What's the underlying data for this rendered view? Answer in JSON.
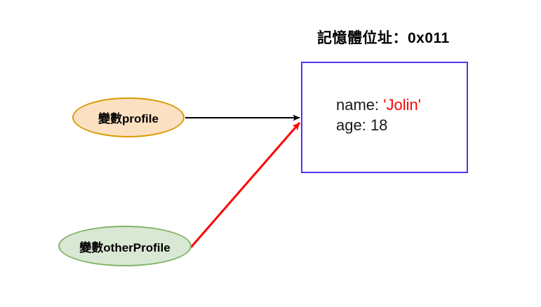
{
  "diagram": {
    "background_color": "#ffffff",
    "title": {
      "text": "記憶體位址：0x011",
      "color": "#000000"
    },
    "object_box": {
      "border_color": "#5533ee",
      "fill_color": "#ffffff",
      "properties": [
        {
          "key": "name: ",
          "value": "'Jolin'",
          "value_color": "#ff0000",
          "is_string": true
        },
        {
          "key": "age: ",
          "value": "18",
          "value_color": "#1a1a1a",
          "is_string": false
        }
      ]
    },
    "nodes": [
      {
        "id": "profile",
        "label": "變數profile",
        "fill_color": "#fbe0c2",
        "border_color": "#d79b00"
      },
      {
        "id": "otherProfile",
        "label": "變數otherProfile",
        "fill_color": "#d9e8d4",
        "border_color": "#82b366"
      }
    ],
    "edges": [
      {
        "id": "profile-to-object",
        "from": "profile",
        "to": "object_box",
        "color": "#000000",
        "style": "straight-arrow"
      },
      {
        "id": "otherProfile-to-object",
        "from": "otherProfile",
        "to": "object_box",
        "color": "#ff0000",
        "style": "straight-arrow"
      }
    ]
  }
}
